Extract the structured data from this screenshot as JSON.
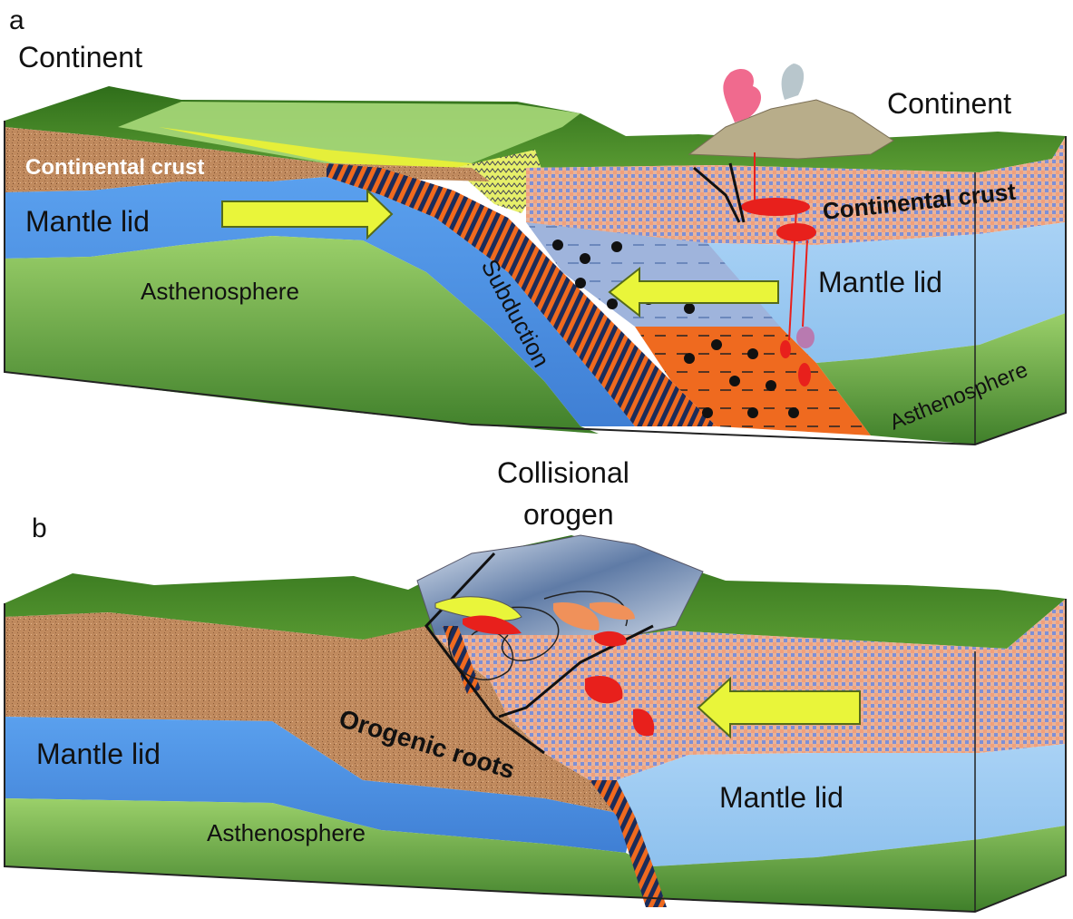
{
  "panel_a": {
    "letter": "a",
    "left_title": "Continent",
    "right_title": "Continent",
    "continental_crust_left": "Continental crust",
    "continental_crust_right": "Continental crust",
    "mantle_lid_left": "Mantle lid",
    "mantle_lid_right": "Mantle lid",
    "asthenosphere_left": "Asthenosphere",
    "asthenosphere_right": "Asthenosphere",
    "subduction": "Subduction"
  },
  "panel_b": {
    "letter": "b",
    "title_line1": "Collisional",
    "title_line2": "orogen",
    "mantle_lid_left": "Mantle lid",
    "mantle_lid_right": "Mantle lid",
    "orogenic_roots": "Orogenic roots",
    "asthenosphere": "Asthenosphere"
  },
  "colors": {
    "grass": "#3f7f1f",
    "crust_brown": "#c49067",
    "continental_crust_dots": "#e6a584",
    "mantle_lid_dark": "#4f8fe0",
    "mantle_lid_light": "#a9cdf2",
    "asthenosphere": "#7cbb4f",
    "arrow": "#e9f53a",
    "slab_orange": "#ef6a1f",
    "melt_red": "#e8201c"
  }
}
